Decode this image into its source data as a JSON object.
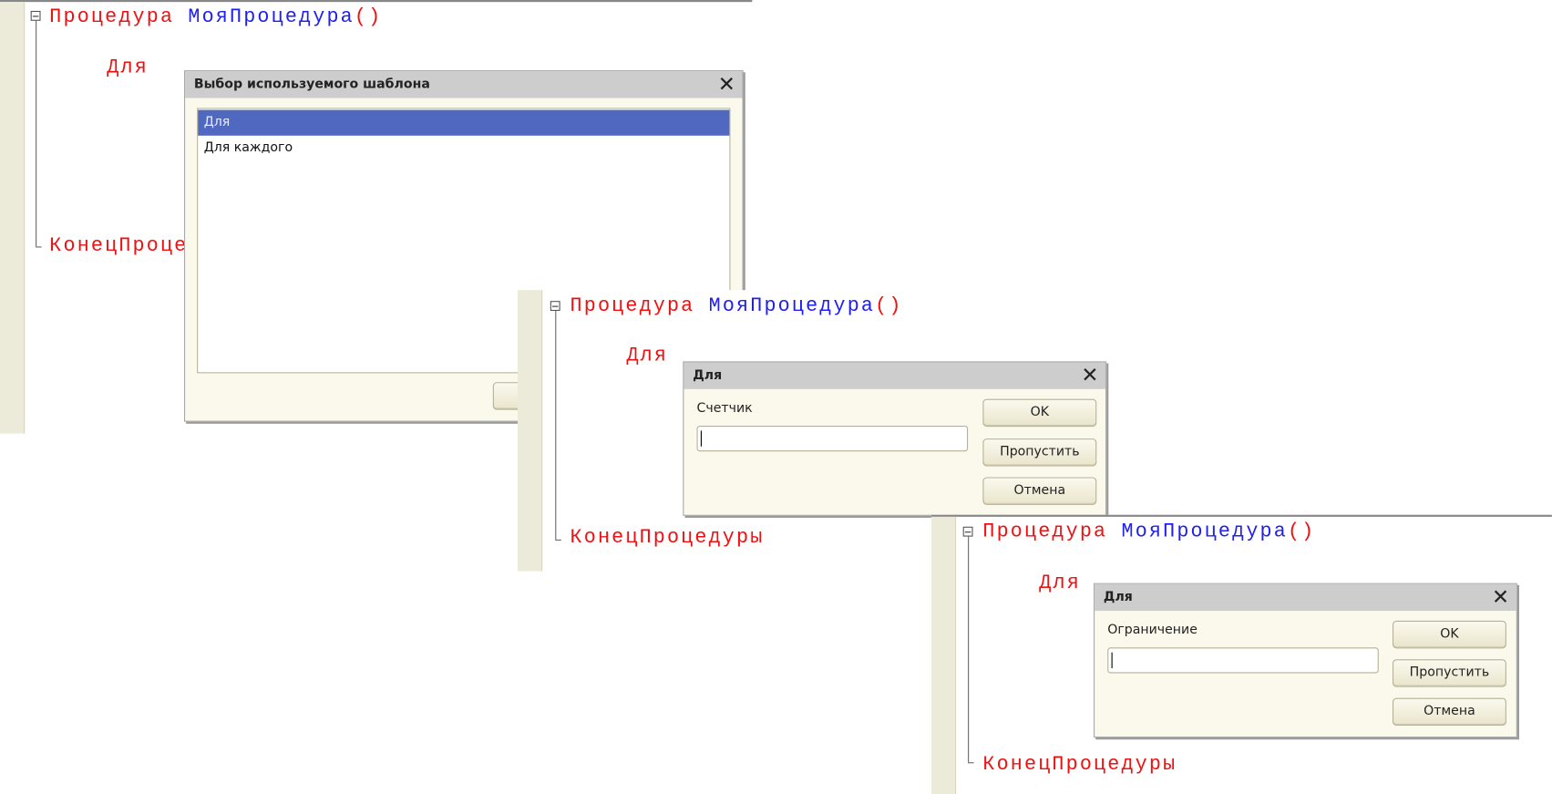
{
  "code": {
    "keyword_procedure": "Процедура",
    "proc_name": "МояПроцедура",
    "parens": "()",
    "for_keyword": "Для",
    "end_procedure": "КонецПроцедуры",
    "end_procedure_truncated": "КонецПроце"
  },
  "template_dialog": {
    "title": "Выбор используемого шаблона",
    "items": [
      {
        "label": "Для",
        "selected": true
      },
      {
        "label": "Для каждого",
        "selected": false
      }
    ]
  },
  "counter_dialog": {
    "title": "Для",
    "field_label": "Счетчик",
    "field_value": "",
    "ok": "OK",
    "skip": "Пропустить",
    "cancel": "Отмена"
  },
  "limit_dialog": {
    "title": "Для",
    "field_label": "Ограничение",
    "field_value": "",
    "ok": "OK",
    "skip": "Пропустить",
    "cancel": "Отмена"
  },
  "colors": {
    "keyword": "#f01010",
    "identifier": "#2020f0",
    "selection": "#5068c0"
  }
}
